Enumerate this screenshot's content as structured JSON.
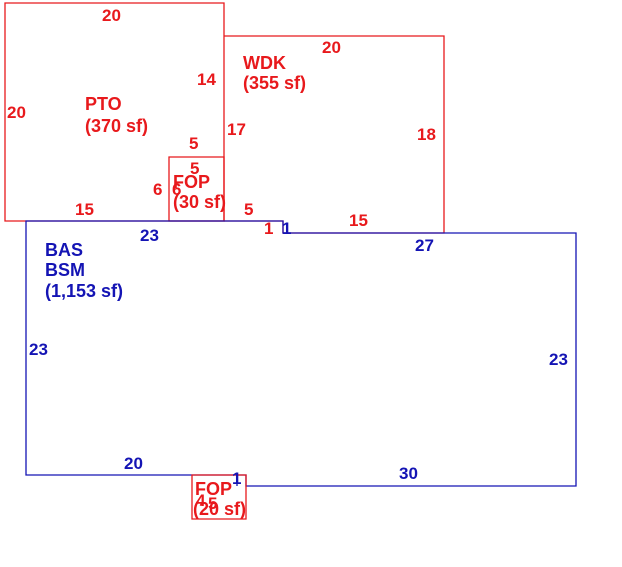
{
  "colors": {
    "addition": "#e8191c",
    "main_structure": "#1414b4",
    "background": "#ffffff"
  },
  "areas": {
    "pto": {
      "code": "PTO",
      "area": "(370 sf)"
    },
    "wdk": {
      "code": "WDK",
      "area": "(355 sf)"
    },
    "fop_upper": {
      "code": "FOP",
      "area": "(30 sf)"
    },
    "bas": {
      "code": "BAS",
      "code2": "BSM",
      "area": "(1,153 sf)"
    },
    "fop_lower": {
      "code": "FOP",
      "area": "(20 sf)"
    }
  },
  "dimensions": {
    "pto_top": "20",
    "pto_left": "20",
    "pto_right": "14",
    "pto_bottom": "15",
    "pto_inner": "5",
    "wdk_top": "20",
    "wdk_left": "17",
    "wdk_right": "18",
    "wdk_bottom": "15",
    "wdk_step": "5",
    "wdk_small": "1",
    "fop_upper_top": "5",
    "fop_upper_left": "6",
    "fop_upper_right": "6",
    "bas_top_left": "23",
    "bas_top_right": "27",
    "bas_step": "1",
    "bas_left": "23",
    "bas_right": "23",
    "bas_bottom_left": "20",
    "bas_bottom_right": "30",
    "bas_bottom_step": "1",
    "fop_lower_side": "4",
    "fop_lower_inner": "5"
  }
}
